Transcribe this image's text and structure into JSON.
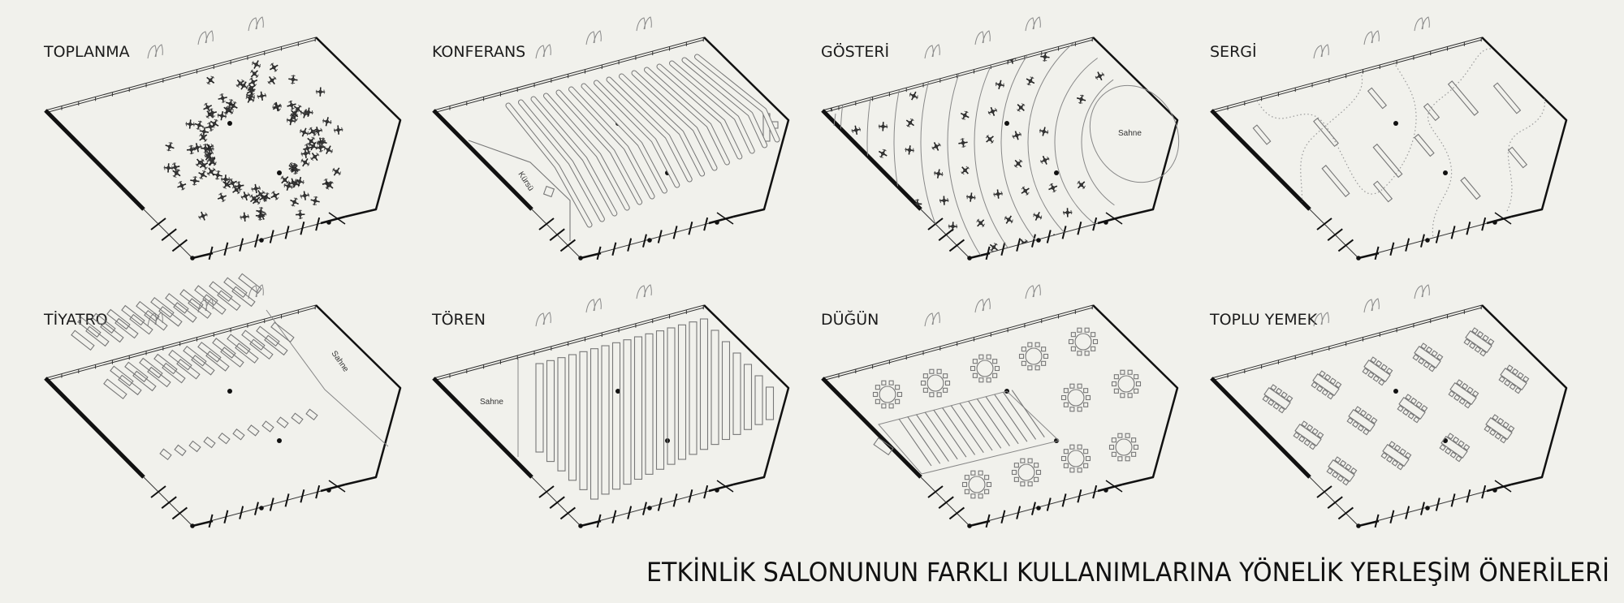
{
  "title": "ETKİNLİK SALONUNUN FARKLI KULLANIMLARINA YÖNELİK YERLEŞİM ÖNERİLERİ",
  "panels": [
    {
      "id": "toplanma",
      "label": "TOPLANMA"
    },
    {
      "id": "konferans",
      "label": "KONFERANS",
      "sublabel": "Kürsü"
    },
    {
      "id": "gosteri",
      "label": "GÖSTERİ",
      "sublabel": "Sahne"
    },
    {
      "id": "sergi",
      "label": "SERGİ"
    },
    {
      "id": "tiyatro",
      "label": "TİYATRO",
      "sublabel": "Sahne"
    },
    {
      "id": "toren",
      "label": "TÖREN",
      "sublabel": "Sahne"
    },
    {
      "id": "dugun",
      "label": "DÜĞÜN"
    },
    {
      "id": "toplu-yemek",
      "label": "TOPLU YEMEK"
    }
  ],
  "colors": {
    "background": "#f1f1ec",
    "wall": "#111111",
    "furniture": "#777777"
  }
}
